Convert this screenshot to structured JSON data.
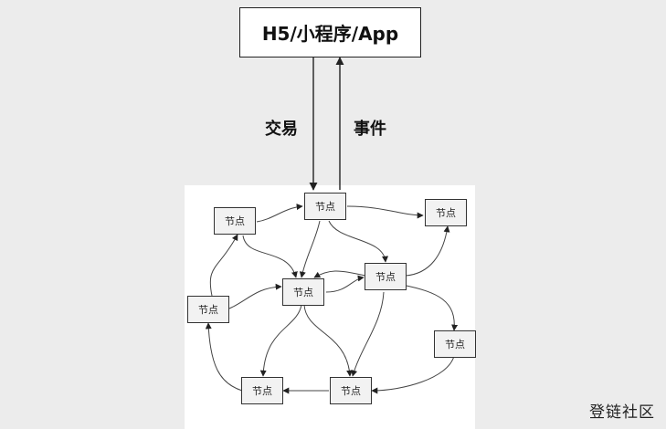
{
  "top_box": {
    "label": "H5/小程序/App"
  },
  "connections": {
    "left_label": "交易",
    "right_label": "事件"
  },
  "network": {
    "nodes": [
      "节点",
      "节点",
      "节点",
      "节点",
      "节点",
      "节点",
      "节点",
      "节点",
      "节点"
    ]
  },
  "watermark": "登链社区"
}
